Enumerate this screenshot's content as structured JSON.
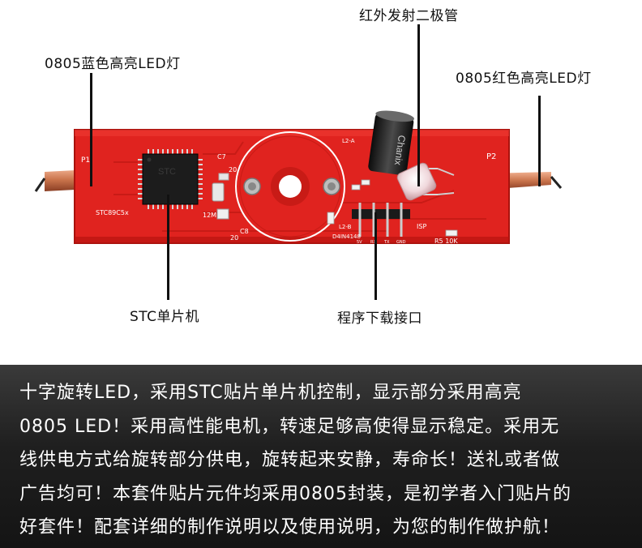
{
  "callouts": {
    "ir_diode": "红外发射二极管",
    "blue_led": "0805蓝色高亮LED灯",
    "red_led": "0805红色高亮LED灯",
    "mcu": "STC单片机",
    "program_port": "程序下载接口"
  },
  "board": {
    "chip_marking": "STC",
    "silk_stc89c5x": "STC89C5x",
    "silk_p1": "P1",
    "silk_p2": "P2",
    "silk_isp": "ISP",
    "silk_c7": "C7",
    "silk_c8": "C8",
    "silk_20_a": "20",
    "silk_20_b": "20",
    "silk_12m": "12M",
    "silk_l2b": "L2-B",
    "silk_l2a": "L2-A",
    "silk_diode": "D4IN4148",
    "silk_r5": "R5 10K",
    "cap_brand": "Chanix",
    "header_pins": [
      "5V",
      "RX",
      "TX",
      "GND"
    ]
  },
  "description": {
    "lines": [
      "十字旋转LED，采用STC贴片单片机控制，显示部分采用高亮",
      "0805 LED！采用高性能电机，转速足够高使得显示稳定。采用无",
      "线供电方式给旋转部分供电，旋转起来安静，寿命长！送礼或者做",
      "广告均可！本套件贴片元件均采用0805封装，是初学者入门贴片的",
      "好套件！配套详细的制作说明以及使用说明，为您的制作做护航！"
    ]
  },
  "colors": {
    "pcb": "#e0231f",
    "pcb_dark": "#b8140f",
    "silkscreen": "#ffffff",
    "chip": "#1c1c1c",
    "copper": "#d98a5a",
    "panel": "#222222"
  }
}
